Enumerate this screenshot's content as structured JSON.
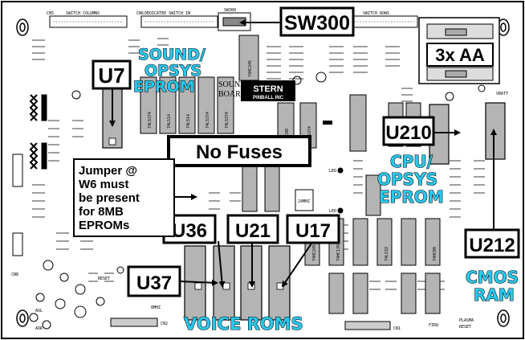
{
  "diagram": {
    "header_labels": {
      "switch_columns": "SWITCH COLUMNS",
      "dedicated_switch_in": "DEDICATED SWITCH IN",
      "sw300_small": "SW300",
      "switch_rows": "SWITCH ROWS",
      "cn5": "CN5",
      "cn6": "CN6"
    },
    "callouts": {
      "sw300": "SW300",
      "u7": "U7",
      "u210": "U210",
      "u212": "U212",
      "u36": "U36",
      "u21": "U21",
      "u17": "U17",
      "u37": "U37",
      "batteries": "3x AA",
      "no_fuses": "No Fuses"
    },
    "cyan_labels": {
      "sound_line1": "SOUND/",
      "sound_line2": "OPSYS",
      "sound_line3": "EPROM",
      "cpu_line1": "CPU/",
      "cpu_line2": "OPSYS",
      "cpu_line3": "EPROM",
      "cmos_line1": "CMOS",
      "cmos_line2": "RAM",
      "voice_roms": "VOICE ROMS"
    },
    "jumper_note": {
      "line1": "Jumper @",
      "line2_bold": "W6",
      "line2_rest": " must",
      "line3": "be present",
      "line4_pre": "for ",
      "line4_bold": "8MB",
      "line5": "EPROMs"
    },
    "board_labels": {
      "logo_line1": "STERN",
      "logo_line2": "PINBALL INC",
      "sound_board": "SOUND",
      "board": "BOARD",
      "vbatt": "VBATT",
      "led1": "LED",
      "led2": "LED",
      "reset": "RESET",
      "eight_mhz": "8MHZ",
      "cn8": "CN8",
      "cn2": "CN2",
      "cn1": "CN1",
      "firq": "FIRQ",
      "plasma": "PLASMA",
      "reset2": "RESET",
      "aol": "AOL",
      "aor": "AOR",
      "crystal": "24MHZ"
    },
    "chip_labels": [
      "74LS374",
      "74LS14",
      "74LS14",
      "74LS374",
      "74LS374",
      "74HC245",
      "74HC00",
      "74LS374",
      "74HC245",
      "74HC139",
      "74LS32",
      "74HC00"
    ],
    "colors": {
      "callout_fill": "#ffffff",
      "cyan_text": "#29c8ec",
      "ink": "#000000",
      "chip_grey": "#b4b4b4"
    }
  }
}
